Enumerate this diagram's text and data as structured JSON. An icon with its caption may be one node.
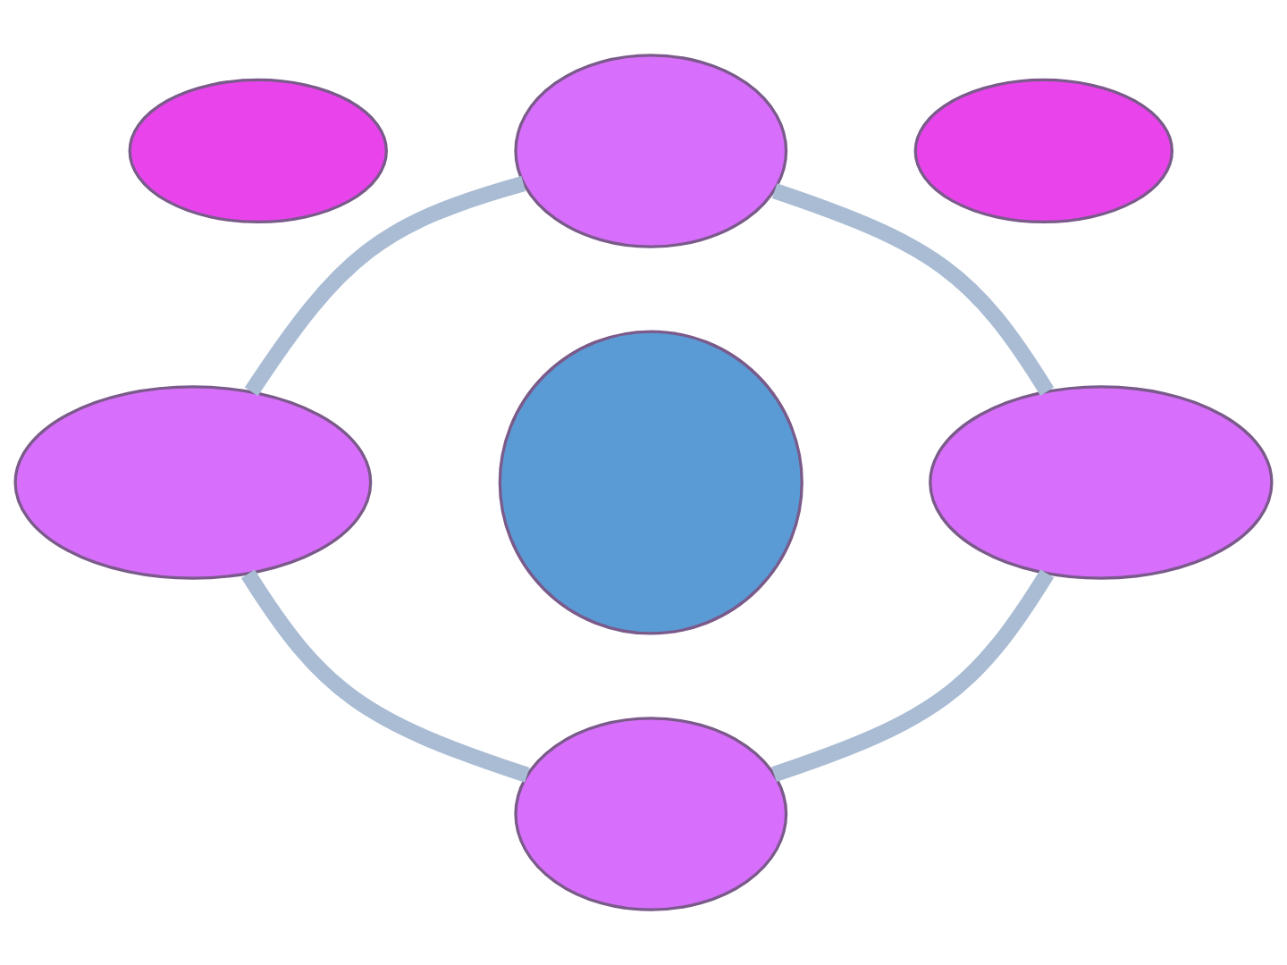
{
  "diagram": {
    "nodes": [
      {
        "text": [],
        "shape": "ellipse"
      },
      {
        "text": [],
        "shape": "ellipse"
      },
      {
        "text": [],
        "shape": "ellipse"
      },
      {
        "text": [],
        "shape": "ellipse"
      },
      {
        "text": [],
        "shape": "circle"
      },
      {
        "text": [],
        "shape": "ellipse"
      },
      {
        "text": [],
        "shape": "ellipse"
      }
    ],
    "edges": [
      {
        "from": 0,
        "to": 5,
        "arrow": "none"
      },
      {
        "from": 5,
        "to": 6,
        "arrow": "none"
      },
      {
        "from": 6,
        "to": 3,
        "arrow": "none"
      },
      {
        "from": 3,
        "to": 0,
        "arrow": "none"
      }
    ]
  }
}
